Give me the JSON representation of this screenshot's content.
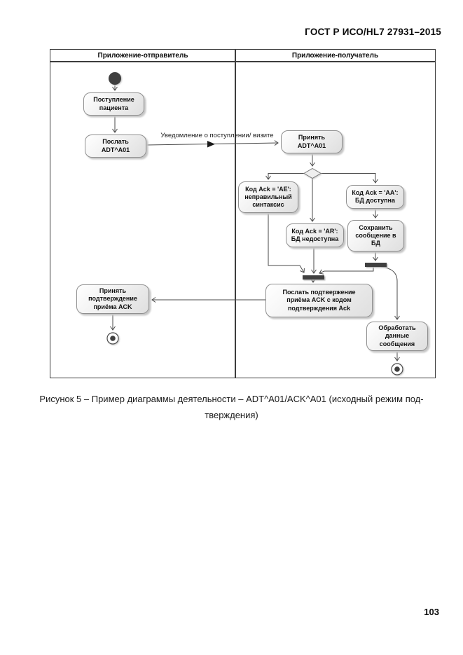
{
  "header": {
    "title": "ГОСТ Р ИСО/HL7 27931–2015"
  },
  "diagram": {
    "lane_sender": "Приложение-отправитель",
    "lane_receiver": "Приложение-получатель",
    "edge_label": "Уведомление о поступлении/ визите",
    "nodes": {
      "patient_admission": "Поступление\nпациента",
      "send_adt": "Послать\nADT^A01",
      "receive_adt": "Принять\nADT^A01",
      "ack_ae": "Код Ack = 'AE':\nнеправильный\nсинтаксис",
      "ack_aa": "Код Ack = 'AA':\nБД доступна",
      "ack_ar": "Код Ack = 'AR':\nБД недоступна",
      "save_message": "Сохранить\nсообщение в\nБД",
      "send_ack": "Послать подтвержение\nприёма ACK с кодом\nподтверждения Ack",
      "receive_ack": "Принять\nподтверждение\nприёма ACK",
      "process_data": "Обработать\nданные\nсообщения"
    }
  },
  "caption": {
    "line1": "Рисунок 5 – Пример диаграммы деятельности – ADT^A01/ACK^A01 (исходный режим под-",
    "line2": "тверждения)"
  },
  "footer": {
    "page_number": "103"
  }
}
